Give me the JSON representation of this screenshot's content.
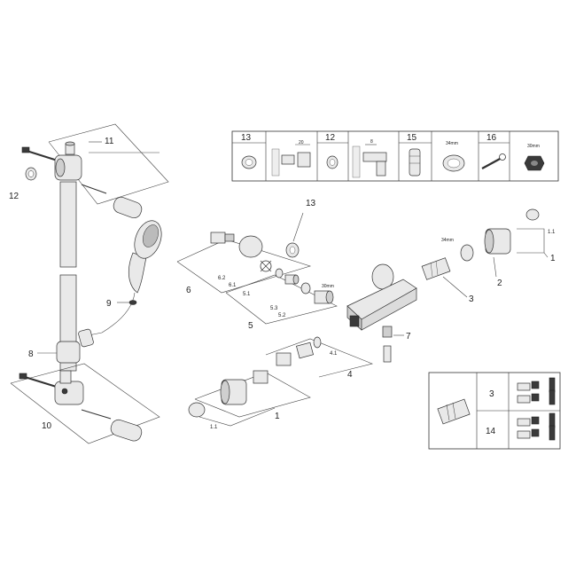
{
  "callouts": {
    "n11": "11",
    "n12": "12",
    "n9": "9",
    "n8": "8",
    "n10": "10",
    "n13": "13",
    "n6": "6",
    "n62": "6.2",
    "n61": "6.1",
    "n51": "5.1",
    "n53": "5.3",
    "n52": "5.2",
    "n5": "5",
    "n30": "30mm",
    "n3": "3",
    "n2": "2",
    "n34": "34mm",
    "n1": "1",
    "n11b": "1.1",
    "n7": "7",
    "n41": "4.1",
    "n4": "4",
    "n1b": "1",
    "n11c": "1.1"
  },
  "tools_table": {
    "cells": [
      {
        "label": "13",
        "dim": "20"
      },
      {
        "label": "12",
        "dim": "8"
      },
      {
        "label": "15",
        "dim": ""
      },
      {
        "label": "",
        "dim": "34mm"
      },
      {
        "label": "16",
        "dim": ""
      },
      {
        "label": "",
        "dim": "30mm"
      }
    ]
  },
  "variant_table": {
    "rows": [
      {
        "label": "3"
      },
      {
        "label": "14"
      }
    ]
  }
}
